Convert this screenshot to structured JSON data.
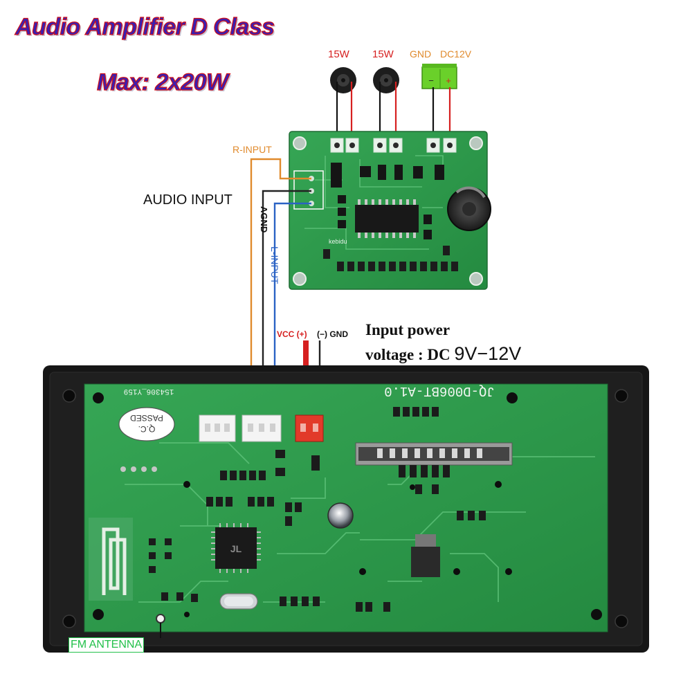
{
  "title": {
    "line1": "Audio Amplifier D Class",
    "line2": "Max: 2x20W"
  },
  "speaker_outputs": {
    "left_label": "15W",
    "right_label": "15W"
  },
  "power_terminals": {
    "gnd_label": "GND",
    "dc_label": "DC12V",
    "minus_sign": "−",
    "plus_sign": "+"
  },
  "audio_input": {
    "heading": "AUDIO INPUT",
    "r_input": "R-INPUT",
    "agnd": "AGND",
    "l_input": "L-INPUT"
  },
  "amp_board": {
    "silkscreen": "kebidu"
  },
  "power_input": {
    "vcc": "VCC (+)",
    "gnd": "(−) GND",
    "line1": "Input power",
    "line2_prefix": "voltage : DC",
    "line2_voltage": "9V−12V"
  },
  "player_board": {
    "model": "JQ-D006BT-A1.0",
    "serial": "154306_Y159",
    "qc_line1": "PASSED",
    "qc_line2": "Q.C.",
    "chip_logo": "JL",
    "antenna_label": "FM ANTENNA"
  },
  "colors": {
    "title_fill": "#3a1fb0",
    "title_outline": "#d0101a",
    "pcb_green": "#2f9a4c",
    "wire_orange": "#e08a2c",
    "wire_blue": "#2a62c4",
    "wire_red": "#d62020",
    "dc_terminal": "#6ad02a"
  }
}
